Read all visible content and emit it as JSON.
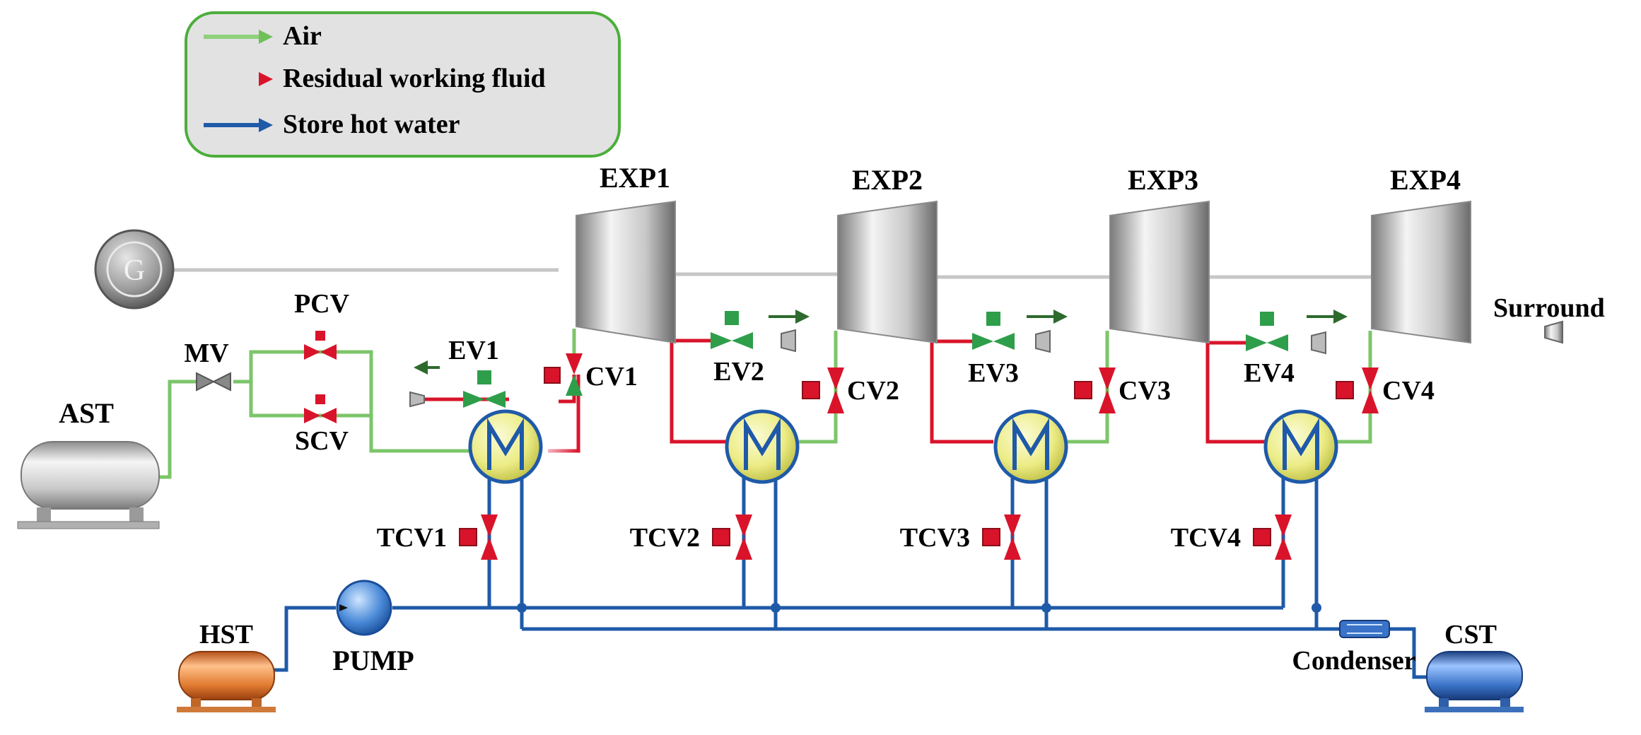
{
  "legend": {
    "items": [
      {
        "label": "Air",
        "color": "#6fbf5a"
      },
      {
        "label": "Residual working fluid",
        "color": "#e0192a"
      },
      {
        "label": "Store hot water",
        "color": "#1f5aa8"
      }
    ]
  },
  "generator": {
    "symbol": "G"
  },
  "expanders": [
    "EXP1",
    "EXP2",
    "EXP3",
    "EXP4"
  ],
  "surround": "Surround",
  "valves": {
    "mv": "MV",
    "pcv": "PCV",
    "scv": "SCV",
    "ev": [
      "EV1",
      "EV2",
      "EV3",
      "EV4"
    ],
    "cv": [
      "CV1",
      "CV2",
      "CV3",
      "CV4"
    ],
    "tcv": [
      "TCV1",
      "TCV2",
      "TCV3",
      "TCV4"
    ]
  },
  "tanks": {
    "ast": "AST",
    "hst": "HST",
    "cst": "CST"
  },
  "pump": "PUMP",
  "condenser": "Condenser",
  "colors": {
    "air": "#6fbf5a",
    "fluid": "#d9142a",
    "water": "#1f5aa8",
    "legend_border": "#4cae3c"
  }
}
